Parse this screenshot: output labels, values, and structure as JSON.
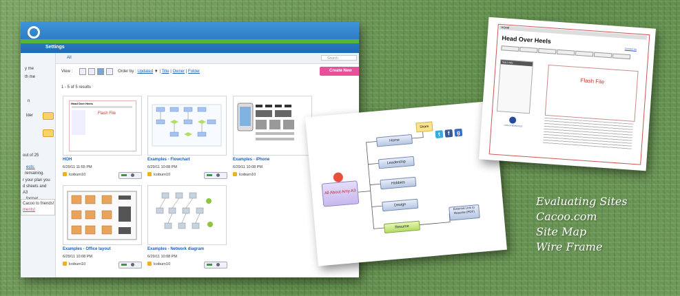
{
  "app": {
    "settings_tab": "Settings",
    "all_label": "All",
    "search_placeholder": "Search",
    "view_label": "View :",
    "order_by_label": "Order by :",
    "order_updated": "Updated",
    "order_title": "Title",
    "order_owner": "Owner",
    "order_folder": "Folder",
    "create_button": "Create New",
    "results_text": "1 - 5 of 5 results",
    "sidebar_fragments": [
      "y me",
      "th me",
      "n",
      "lder",
      "out of 25",
      "ests:",
      "remaining.",
      "r your plan you",
      "d sheets and",
      "A3",
      "format.",
      "Cacoo to friends!",
      "ments!"
    ],
    "items": [
      {
        "title": "HOH",
        "date": "6/29/11 11:55 PM",
        "user": "lcoburn10",
        "preview_title": "Head Over Heels",
        "preview_flash": "Flash File"
      },
      {
        "title": "Examples - Flowchart",
        "date": "6/29/11 10:08 PM",
        "user": "lcoburn10"
      },
      {
        "title": "Examples - iPhone",
        "date": "6/29/11 10:08 PM",
        "user": "lcoburn10"
      },
      {
        "title": "Examples - Office layout",
        "date": "6/29/11 10:08 PM",
        "user": "lcoburn10"
      },
      {
        "title": "Examples - Network diagram",
        "date": "6/29/11 10:08 PM",
        "user": "lcoburn10"
      }
    ]
  },
  "mindmap": {
    "central": "All About Amy A3",
    "nodes": [
      "Home",
      "Leadership",
      "Hobbies",
      "Design",
      "Resume"
    ],
    "share": "Share",
    "external": "External Link to Resume (PDF)"
  },
  "wireframe": {
    "title": "Head Over Heels",
    "flash": "Flash File",
    "home": "HOME",
    "contact": "Contact Us",
    "sub_links": "Sub Links",
    "gymnastics": "USA GYMNASTICS"
  },
  "caption": [
    "Evaluating Sites",
    "Cacoo.com",
    "Site Map",
    "Wire Frame"
  ]
}
